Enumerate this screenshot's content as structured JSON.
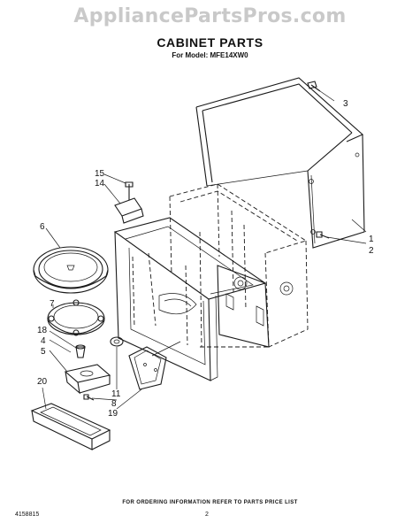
{
  "watermark": "AppliancePartsPros.com",
  "title": "CABINET PARTS",
  "subtitle": "For Model: MFE14XW0",
  "footer_note": "FOR ORDERING INFORMATION REFER TO PARTS PRICE LIST",
  "doc_number": "4158815",
  "page_number": "2",
  "callouts": {
    "c1": "1",
    "c2": "2",
    "c3": "3",
    "c4": "4",
    "c5": "5",
    "c6": "6",
    "c7": "7",
    "c8": "8",
    "c11": "11",
    "c14": "14",
    "c15": "15",
    "c18": "18",
    "c19": "19",
    "c20": "20"
  }
}
